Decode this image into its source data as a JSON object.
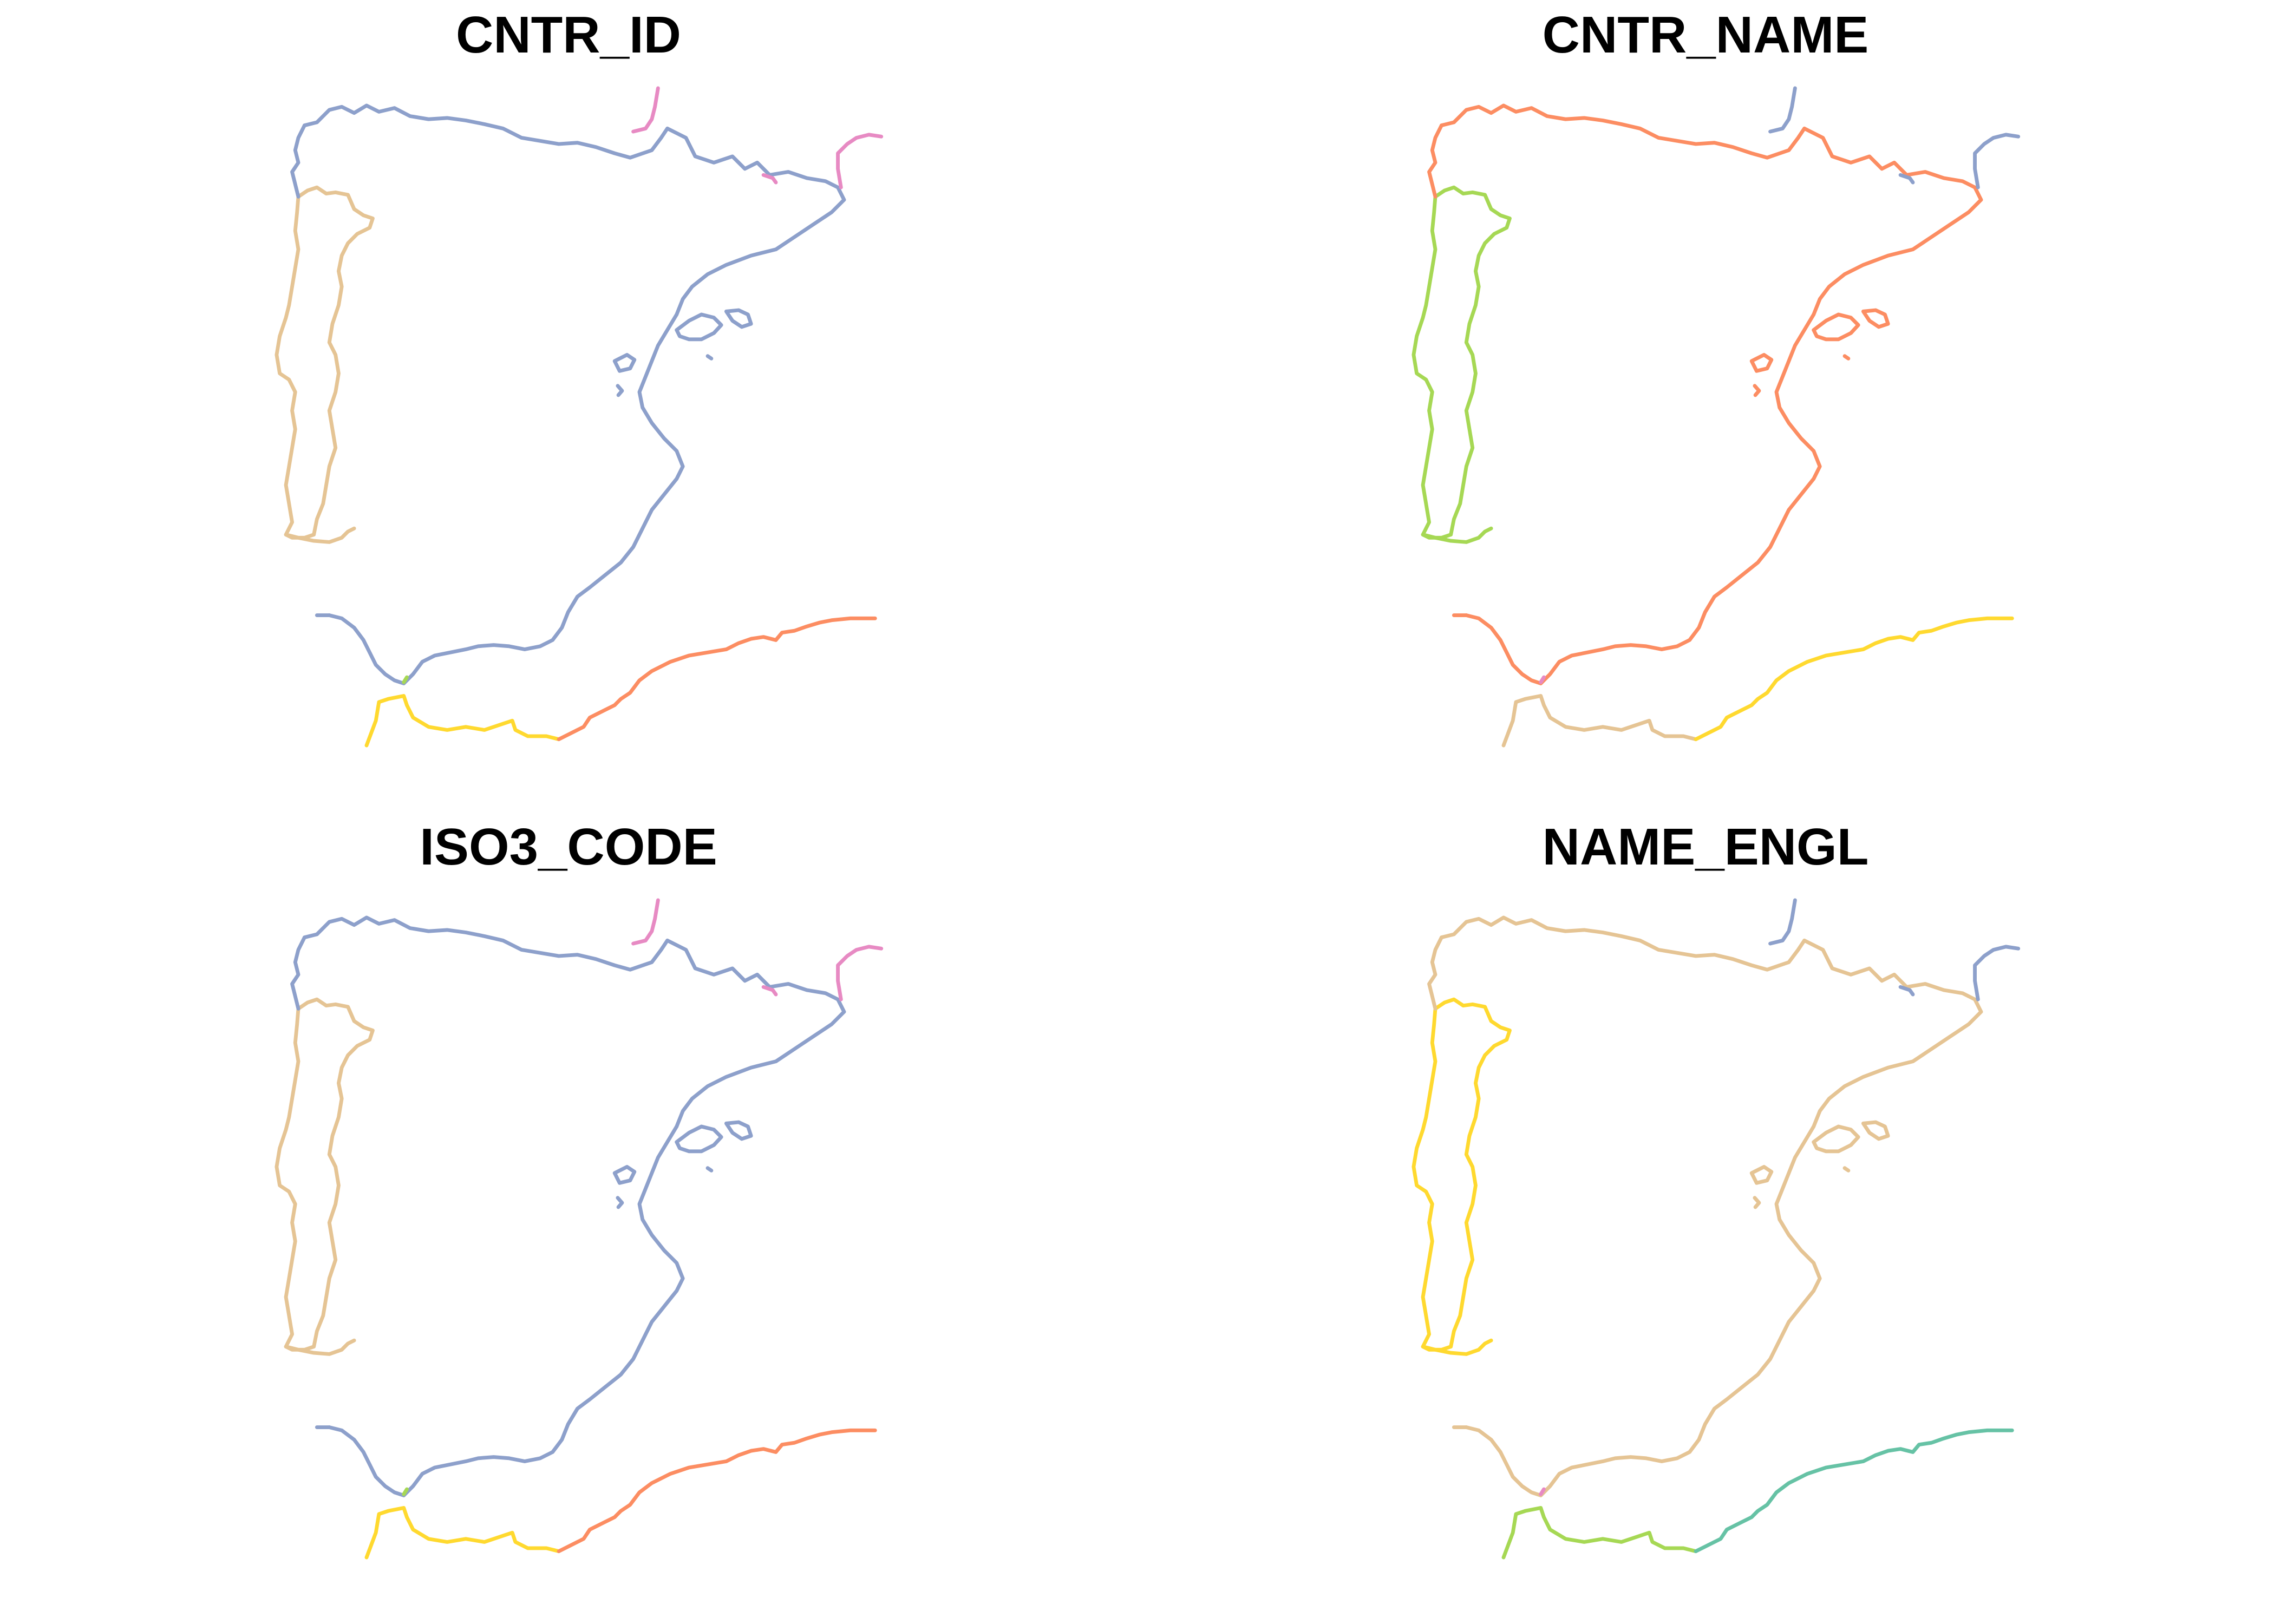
{
  "panels": [
    {
      "title": "CNTR_ID",
      "colors": {
        "spain": "#8DA0CB",
        "portugal": "#E5C494",
        "france_w": "#E78AC3",
        "france_e": "#E78AC3",
        "andorra": "#E78AC3",
        "gibraltar": "#A6D854",
        "morocco": "#FFD92F",
        "algeria": "#FC8D62"
      }
    },
    {
      "title": "CNTR_NAME",
      "colors": {
        "spain": "#FC8D62",
        "portugal": "#A6D854",
        "france_w": "#8DA0CB",
        "france_e": "#8DA0CB",
        "andorra": "#8DA0CB",
        "gibraltar": "#E78AC3",
        "morocco": "#E5C494",
        "algeria": "#FFD92F"
      }
    },
    {
      "title": "ISO3_CODE",
      "colors": {
        "spain": "#8DA0CB",
        "portugal": "#E5C494",
        "france_w": "#E78AC3",
        "france_e": "#E78AC3",
        "andorra": "#E78AC3",
        "gibraltar": "#A6D854",
        "morocco": "#FFD92F",
        "algeria": "#FC8D62"
      }
    },
    {
      "title": "NAME_ENGL",
      "colors": {
        "spain": "#E5C494",
        "portugal": "#FFD92F",
        "france_w": "#8DA0CB",
        "france_e": "#8DA0CB",
        "andorra": "#8DA0CB",
        "gibraltar": "#E78AC3",
        "morocco": "#A6D854",
        "algeria": "#66C2A5"
      }
    }
  ]
}
